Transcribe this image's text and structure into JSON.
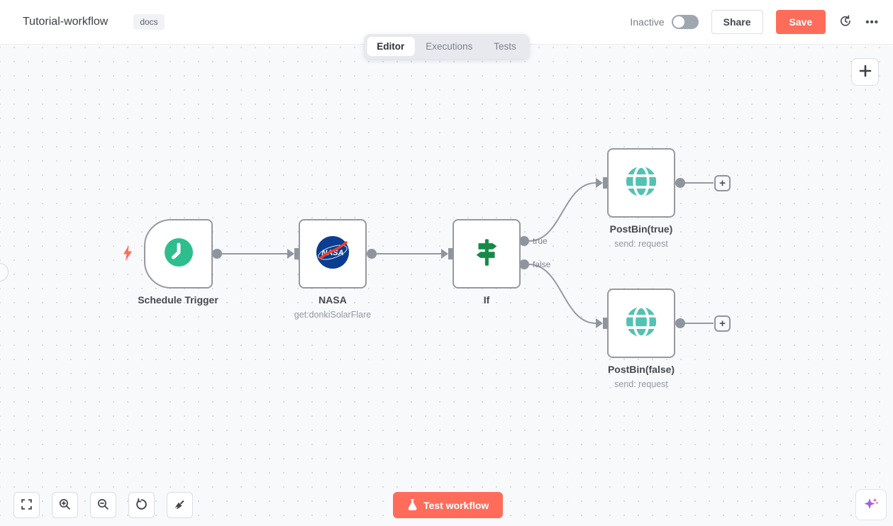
{
  "header": {
    "title": "Tutorial-workflow",
    "tag": "docs",
    "status_label": "Inactive",
    "share_label": "Share",
    "save_label": "Save"
  },
  "tabs": [
    {
      "label": "Editor",
      "active": true
    },
    {
      "label": "Executions",
      "active": false
    },
    {
      "label": "Tests",
      "active": false
    }
  ],
  "canvas": {
    "nodes": [
      {
        "name": "Schedule Trigger",
        "subtitle": ""
      },
      {
        "name": "NASA",
        "subtitle": "get:donkiSolarFlare"
      },
      {
        "name": "If",
        "subtitle": ""
      },
      {
        "name": "PostBin(true)",
        "subtitle": "send: request"
      },
      {
        "name": "PostBin(false)",
        "subtitle": "send: request"
      }
    ],
    "connection_labels": {
      "true_branch": "true",
      "false_branch": "false"
    },
    "add_node_plus": "+"
  },
  "footer": {
    "test_button_label": "Test workflow"
  },
  "colors": {
    "accent": "#ff6d5a",
    "trigger_green": "#2ebe8e",
    "if_green": "#148a47",
    "globe_teal": "#52c2b2",
    "nasa_blue": "#0b3d91",
    "nasa_red": "#fc3d21",
    "edge_gray": "#949aa2"
  }
}
